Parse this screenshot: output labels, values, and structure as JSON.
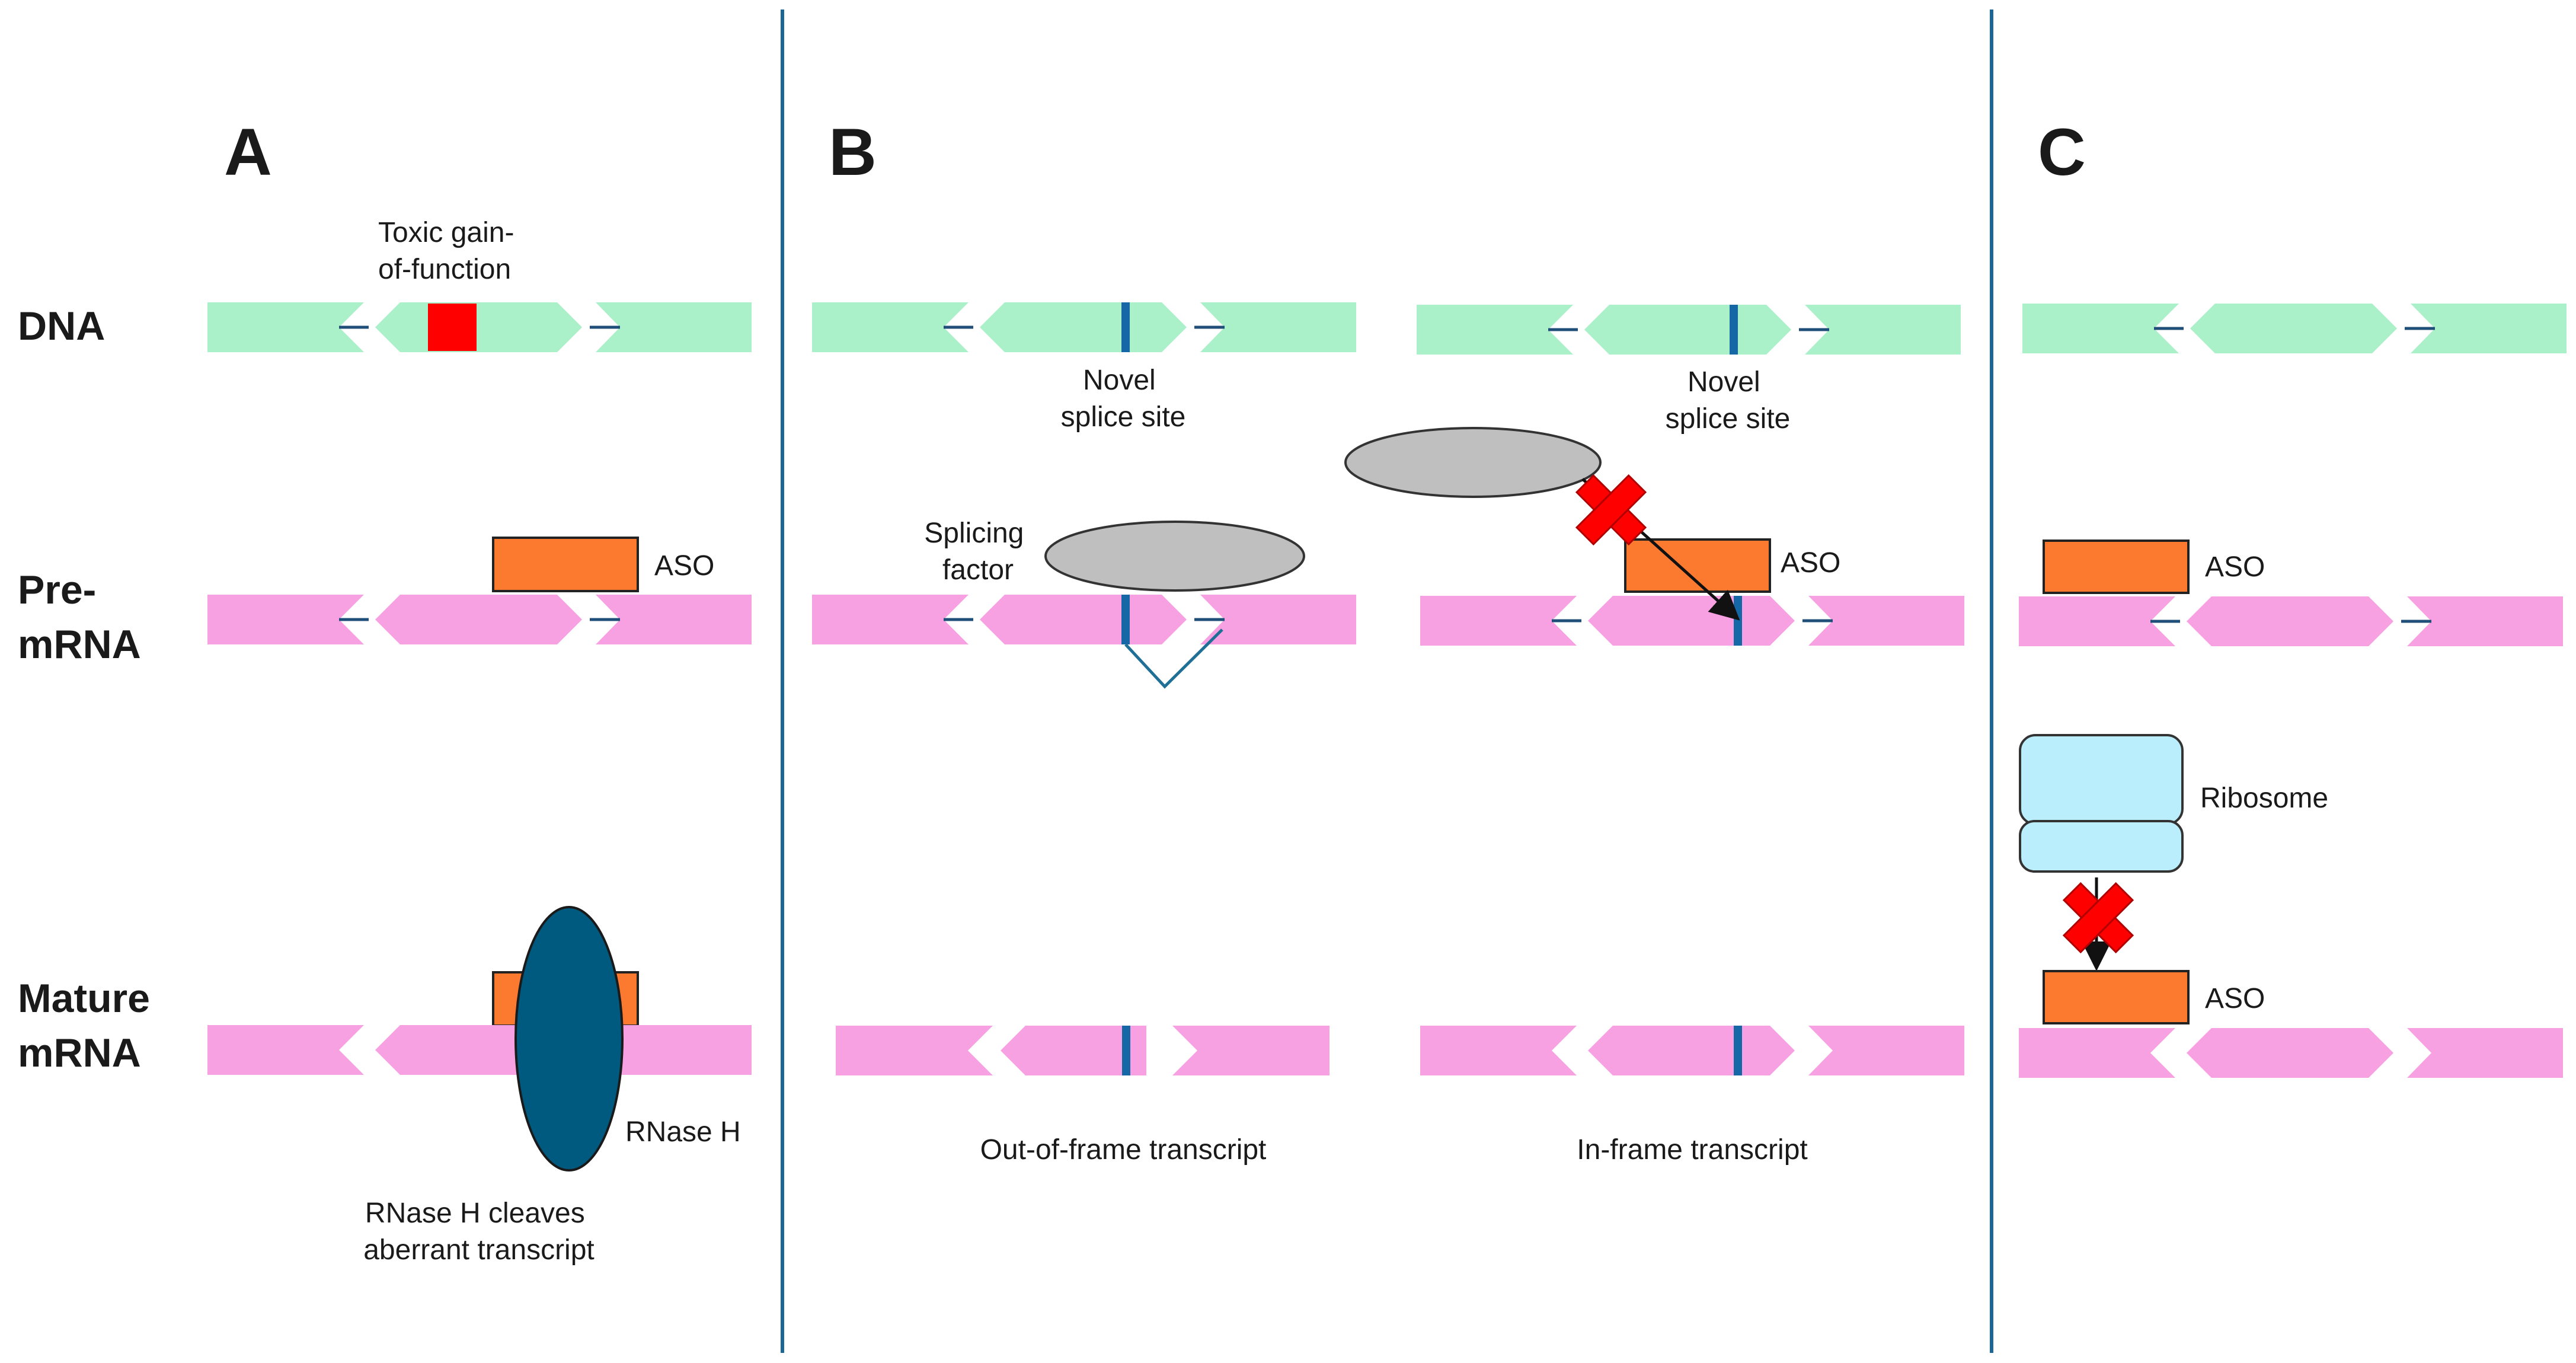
{
  "panels": {
    "a": "A",
    "b": "B",
    "c": "C"
  },
  "rows": {
    "dna": "DNA",
    "pre_mrna": [
      "Pre-",
      "mRNA"
    ],
    "mature_mrna": [
      "Mature",
      "mRNA"
    ]
  },
  "labels": {
    "toxic_gain": [
      "Toxic gain-",
      "of-function"
    ],
    "aso": "ASO",
    "rnase_h": "RNase H",
    "rnase_caption": [
      "RNase H cleaves",
      "aberrant transcript"
    ],
    "novel_splice_site": [
      "Novel",
      "splice site"
    ],
    "splicing_factor": [
      "Splicing",
      "factor"
    ],
    "out_of_frame": "Out-of-frame transcript",
    "in_frame": "In-frame transcript",
    "ribosome": "Ribosome"
  },
  "colors": {
    "dna_strand": "#aaf0c8",
    "rna_strand": "#f8a1e2",
    "aso": "#fc7a2f",
    "mutation": "#ff0000",
    "rnase_h": "#005a80",
    "splicing_factor": "#bfbfbf",
    "ribosome": "#bbeefc",
    "splice_site": "#1667a6",
    "divider": "#1d6796",
    "block_cross": "#ff0000"
  },
  "icons": [
    "block-x-icon",
    "arrow-icon",
    "intron-line-icon"
  ]
}
